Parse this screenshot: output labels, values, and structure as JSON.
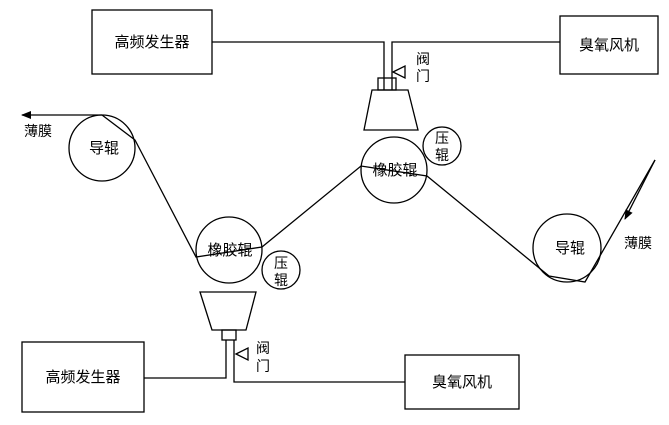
{
  "labels": {
    "generator_top": "高频发生器",
    "generator_bottom": "高频发生器",
    "blower_top": "臭氧风机",
    "blower_bottom": "臭氧风机",
    "valve_top_1": "阀",
    "valve_top_2": "门",
    "valve_bottom_1": "阀",
    "valve_bottom_2": "门",
    "film_left": "薄膜",
    "film_right": "薄膜",
    "guide_left": "导辊",
    "guide_right": "导辊",
    "rubber_top": "橡胶辊",
    "rubber_bottom": "橡胶辊",
    "press_top_1": "压",
    "press_top_2": "辊",
    "press_bottom_1": "压",
    "press_bottom_2": "辊"
  }
}
